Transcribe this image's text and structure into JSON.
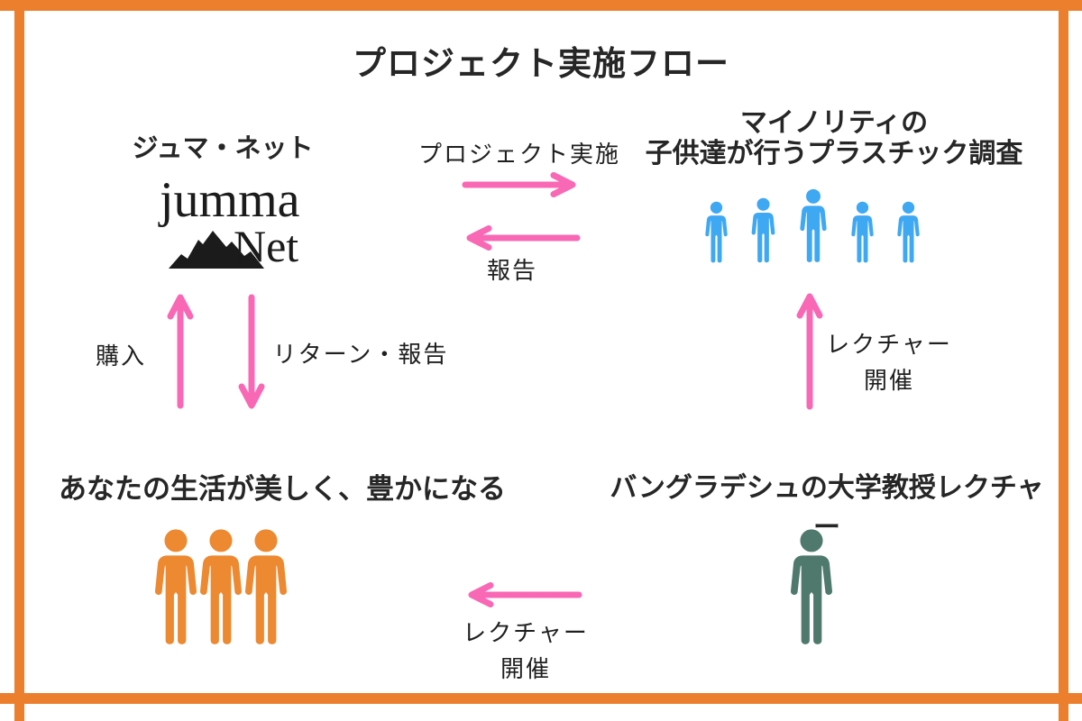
{
  "title": "プロジェクト実施フロー",
  "colors": {
    "frame_orange": "#EC7F2E",
    "arrow_pink": "#F968B5",
    "people_blue": "#3FA8F2",
    "people_orange": "#EC8931",
    "person_teal": "#4F796D",
    "text_black": "#262626"
  },
  "nodes": {
    "jumma": {
      "label": "ジュマ・ネット",
      "logo_text_top": "jumma",
      "logo_text_bottom": "Net",
      "logo_icon": "mountain-icon"
    },
    "minority": {
      "label_line1": "マイノリティの",
      "label_line2": "子供達が行うプラスチック調査",
      "people_count": 5,
      "people_color": "#3FA8F2"
    },
    "supporters": {
      "label": "あなたの生活が美しく、豊かになる",
      "people_count": 3,
      "people_color": "#EC8931"
    },
    "professor": {
      "label": "バングラデシュの大学教授レクチャー",
      "people_count": 1,
      "people_color": "#4F796D"
    }
  },
  "arrows": {
    "project_exec": {
      "label": "プロジェクト実施",
      "direction": "right",
      "from": "jumma",
      "to": "minority"
    },
    "report": {
      "label": "報告",
      "direction": "left",
      "from": "minority",
      "to": "jumma"
    },
    "purchase": {
      "label": "購入",
      "direction": "up",
      "from": "supporters",
      "to": "jumma"
    },
    "return_report": {
      "label": "リターン・報告",
      "direction": "down",
      "from": "jumma",
      "to": "supporters"
    },
    "lecture_children": {
      "label_line1": "レクチャー",
      "label_line2": "開催",
      "direction": "up",
      "from": "professor",
      "to": "minority"
    },
    "lecture_supporters": {
      "label_line1": "レクチャー",
      "label_line2": "開催",
      "direction": "left",
      "from": "professor",
      "to": "supporters"
    }
  }
}
